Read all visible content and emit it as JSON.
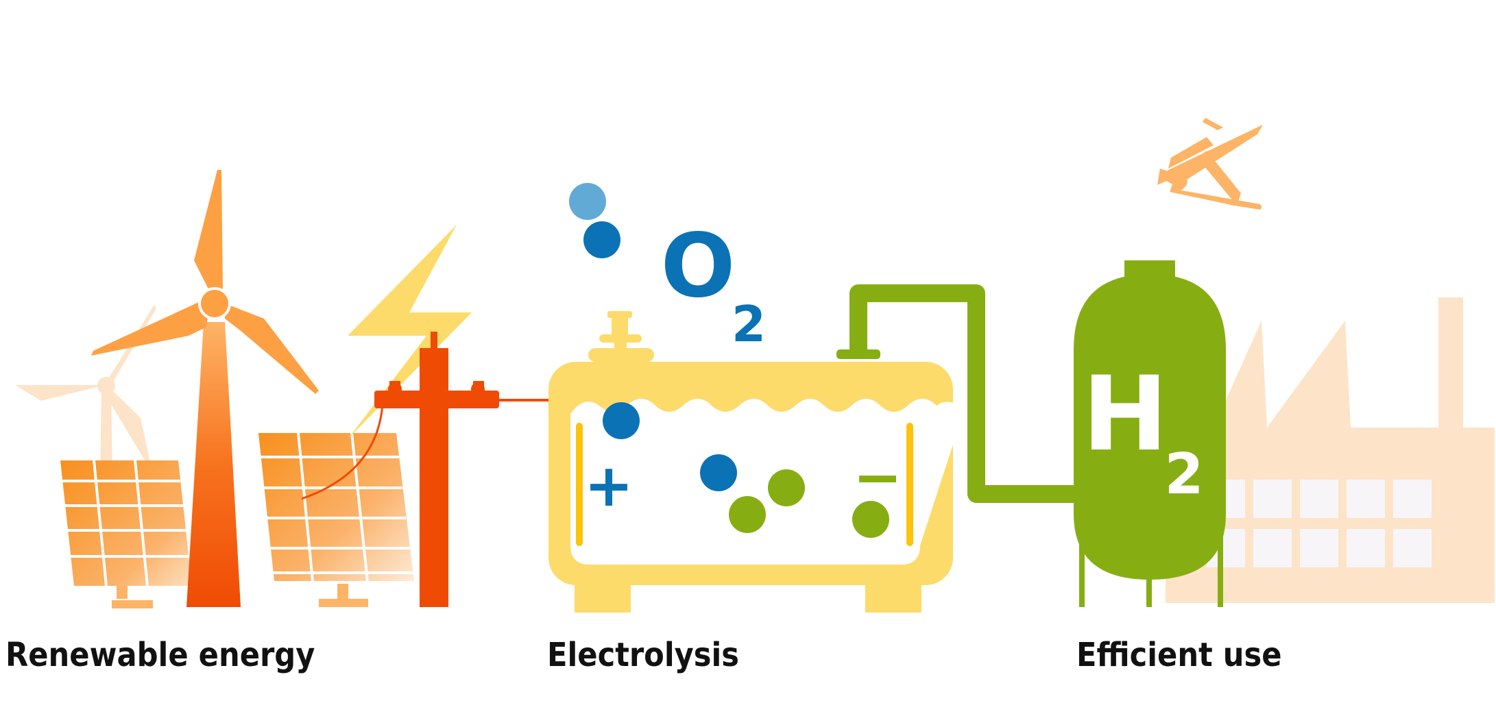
{
  "formulas": {
    "oxygen_main": "O",
    "oxygen_sub": "2",
    "hydrogen_main": "H",
    "hydrogen_sub": "2",
    "plus_sign": "+",
    "minus_sign": "−"
  },
  "captions": {
    "renewable": "Renewable energy",
    "electrolysis": "Electrolysis",
    "efficient_use": "Efficient use"
  },
  "colors": {
    "orange": "#f7901e",
    "red_orange": "#f04b04",
    "light_orange": "#fdb466",
    "peach": "#fde3c8",
    "yellow": "#fddb6b",
    "deep_yellow": "#fcc30b",
    "blue": "#0b72b5",
    "light_blue": "#62aad6",
    "green": "#86ae12",
    "white": "#ffffff"
  },
  "icons": [
    "wind-turbine-icon",
    "solar-panel-icon",
    "lightning-bolt-icon",
    "power-pole-icon",
    "electrolyzer-tank-icon",
    "hydrogen-tank-icon",
    "factory-icon",
    "airplane-icon"
  ]
}
